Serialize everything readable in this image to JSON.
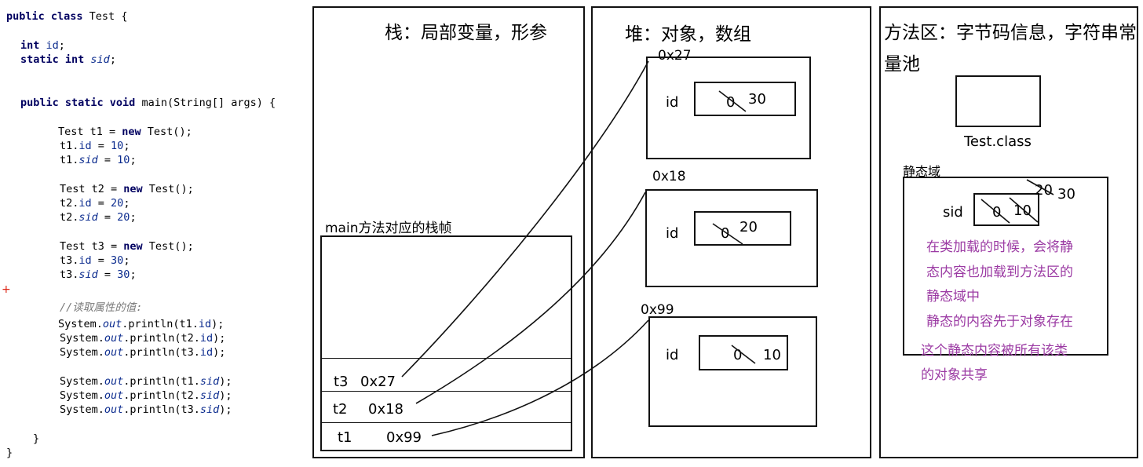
{
  "code": {
    "lines": [
      "public class Test {",
      "int id;",
      "static int sid;",
      "public static void main(String[] args) {",
      "Test t1 = new Test();",
      "t1.id = 10;",
      "t1.sid = 10;",
      "Test t2 = new Test();",
      "t2.id = 20;",
      "t2.sid = 20;",
      "Test t3 = new Test();",
      "t3.id = 30;",
      "t3.sid = 30;",
      "//读取属性的值:",
      "System.out.println(t1.id);",
      "System.out.println(t2.id);",
      "System.out.println(t3.id);",
      "System.out.println(t1.sid);",
      "System.out.println(t2.sid);",
      "System.out.println(t3.sid);",
      "}",
      "}"
    ],
    "plus_marker": "+"
  },
  "stack": {
    "title": "栈：局部变量，形参",
    "frame_label": "main方法对应的栈帧",
    "rows": [
      {
        "name": "t3",
        "addr": "0x27"
      },
      {
        "name": "t2",
        "addr": "0x18"
      },
      {
        "name": "t1",
        "addr": "0x99"
      }
    ]
  },
  "heap": {
    "title": "堆：对象，数组",
    "objects": [
      {
        "addr": "0x27",
        "field": "id",
        "old": "0",
        "value": "30"
      },
      {
        "addr": "0x18",
        "field": "id",
        "old": "0",
        "value": "20"
      },
      {
        "addr": "0x99",
        "field": "id",
        "old": "0",
        "value": "10"
      }
    ]
  },
  "method_area": {
    "title_line1": "方法区：字节码信息，字符串常",
    "title_line2": "量池",
    "class_label": "Test.class",
    "static_domain_label": "静态域",
    "sid_label": "sid",
    "sid_old_values": [
      "0",
      "10",
      "20"
    ],
    "sid_value": "30",
    "notes": [
      "在类加载的时候，会将静",
      "态内容也加载到方法区的",
      "静态域中",
      "静态的内容先于对象存在",
      "这个静态内容被所有该类",
      "的对象共享"
    ]
  }
}
